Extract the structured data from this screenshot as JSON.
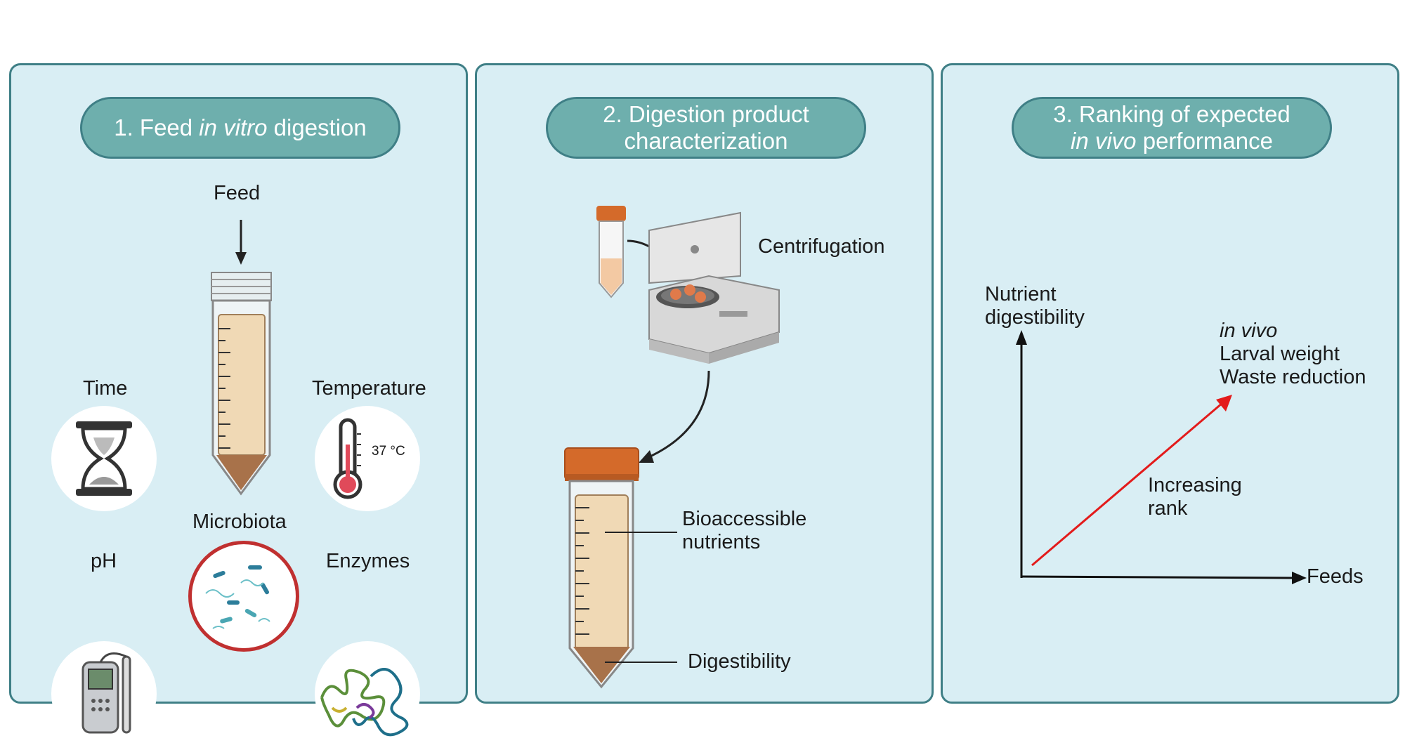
{
  "panel1": {
    "title_prefix": "1. Feed ",
    "title_italic": "in vitro",
    "title_suffix": " digestion",
    "feed_label": "Feed",
    "time_label": "Time",
    "temperature_label": "Temperature",
    "temperature_value": "37 °C",
    "microbiota_label": "Microbiota",
    "ph_label": "pH",
    "enzymes_label": "Enzymes"
  },
  "panel2": {
    "title_line1": "2. Digestion product",
    "title_line2": "characterization",
    "centrifugation_label": "Centrifugation",
    "bioaccessible_line1": "Bioaccessible",
    "bioaccessible_line2": "nutrients",
    "digestibility_label": "Digestibility"
  },
  "panel3": {
    "title_line1": "3. Ranking of expected",
    "title_line2_italic": "in vivo",
    "title_line2_rest": " performance",
    "y_axis_line1": "Nutrient",
    "y_axis_line2": "digestibility",
    "x_axis_label": "Feeds",
    "invivo_italic": "in vivo",
    "larval_weight": "Larval weight",
    "waste_reduction": "Waste reduction",
    "increasing_line1": "Increasing",
    "increasing_line2": "rank"
  },
  "colors": {
    "panel_bg": "#d9eef4",
    "panel_border": "#3f7f86",
    "pill_fill": "#6eafad",
    "tube_liquid": "#f0d9b5",
    "sediment": "#a8724a",
    "cap_orange": "#d46a2a",
    "rank_arrow": "#e31b1b"
  }
}
